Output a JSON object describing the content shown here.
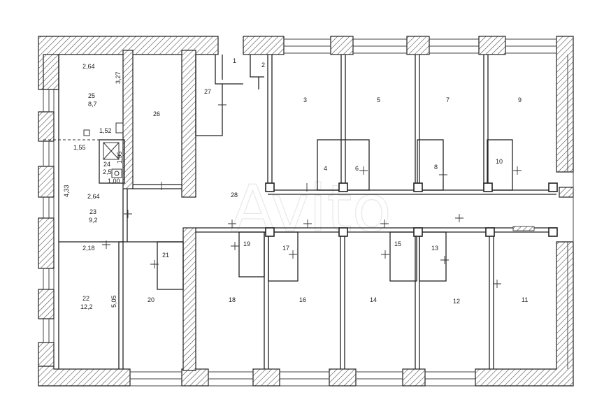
{
  "watermark": "Avito",
  "rooms": [
    {
      "id": "r1",
      "number": "1"
    },
    {
      "id": "r2",
      "number": "2"
    },
    {
      "id": "r3",
      "number": "3"
    },
    {
      "id": "r4",
      "number": "4"
    },
    {
      "id": "r5",
      "number": "5"
    },
    {
      "id": "r6",
      "number": "6"
    },
    {
      "id": "r7",
      "number": "7"
    },
    {
      "id": "r8",
      "number": "8"
    },
    {
      "id": "r9",
      "number": "9"
    },
    {
      "id": "r10",
      "number": "10"
    },
    {
      "id": "r11",
      "number": "11"
    },
    {
      "id": "r12",
      "number": "12"
    },
    {
      "id": "r13",
      "number": "13"
    },
    {
      "id": "r14",
      "number": "14"
    },
    {
      "id": "r15",
      "number": "15"
    },
    {
      "id": "r16",
      "number": "16"
    },
    {
      "id": "r17",
      "number": "17"
    },
    {
      "id": "r18",
      "number": "18"
    },
    {
      "id": "r19",
      "number": "19"
    },
    {
      "id": "r20",
      "number": "20"
    },
    {
      "id": "r21",
      "number": "21"
    },
    {
      "id": "r22",
      "number": "22",
      "area": "12,2"
    },
    {
      "id": "r23",
      "number": "23",
      "area": "9,2"
    },
    {
      "id": "r24",
      "number": "24",
      "area": "2,5"
    },
    {
      "id": "r25",
      "number": "25",
      "area": "8,7"
    },
    {
      "id": "r26",
      "number": "26"
    },
    {
      "id": "r27",
      "number": "27"
    },
    {
      "id": "r28",
      "number": "28"
    }
  ],
  "dimensions": {
    "d264_top": "2,64",
    "d327": "3,27",
    "d152": "1,52",
    "d155": "1,55",
    "d195": "1,95",
    "d100": "1,00",
    "d264_mid": "2,64",
    "d433": "4,33",
    "d218": "2,18",
    "d505": "5,05"
  }
}
